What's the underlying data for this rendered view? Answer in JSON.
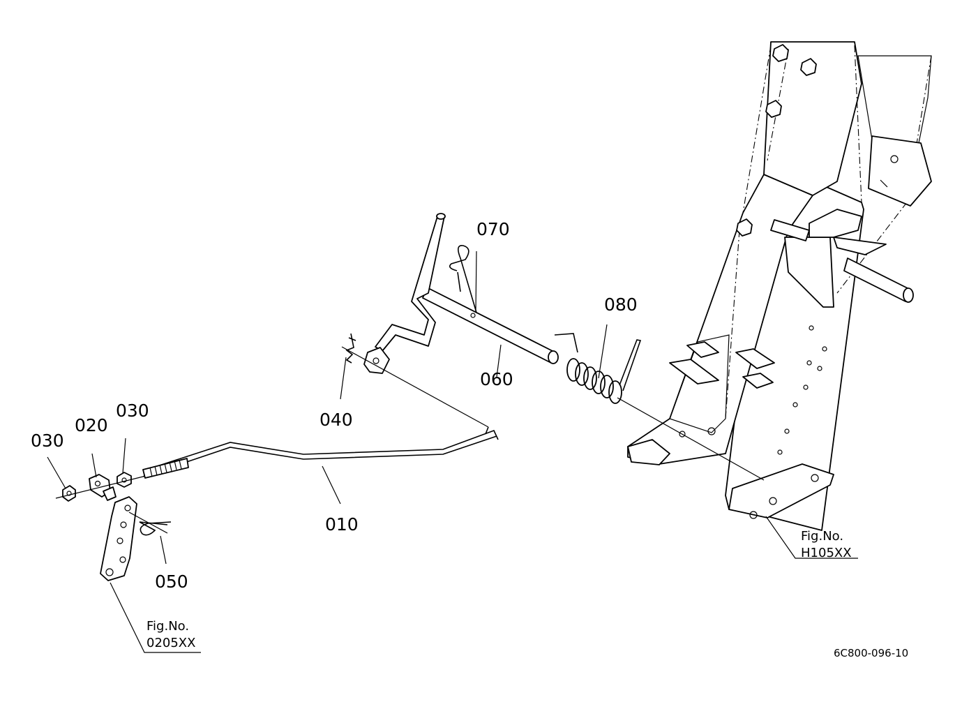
{
  "diagram": {
    "parts": [
      {
        "id": "010",
        "label": "010"
      },
      {
        "id": "020",
        "label": "020"
      },
      {
        "id": "030a",
        "label": "030"
      },
      {
        "id": "030b",
        "label": "030"
      },
      {
        "id": "040",
        "label": "040"
      },
      {
        "id": "050",
        "label": "050"
      },
      {
        "id": "060",
        "label": "060"
      },
      {
        "id": "070",
        "label": "070"
      },
      {
        "id": "080",
        "label": "080"
      }
    ],
    "fig_refs": [
      {
        "line1": "Fig.No.",
        "line2": "0205XX"
      },
      {
        "line1": "Fig.No.",
        "line2": "H105XX"
      }
    ],
    "drawing_code": "6C800-096-10"
  }
}
